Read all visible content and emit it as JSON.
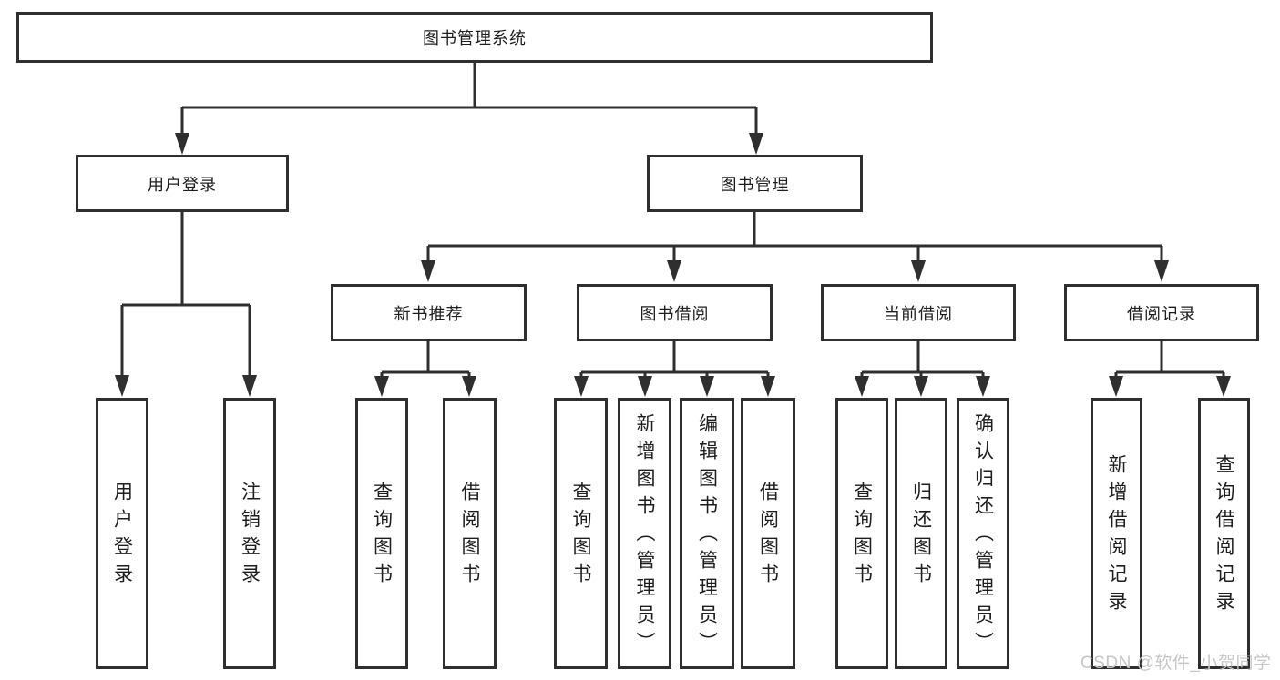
{
  "colors": {
    "line": "#2f2f2f",
    "text": "#1d1d1d",
    "box_bg": "#ffffff",
    "page_bg": "#ffffff",
    "watermark": "#c7c7c7"
  },
  "watermark": {
    "text": "CSDN @软件_小贺同学"
  },
  "tree": {
    "root": {
      "label": "图书管理系统"
    },
    "level2": [
      {
        "label": "用户登录"
      },
      {
        "label": "图书管理"
      }
    ],
    "level3": [
      {
        "label": "新书推荐"
      },
      {
        "label": "图书借阅"
      },
      {
        "label": "当前借阅"
      },
      {
        "label": "借阅记录"
      }
    ],
    "leaves": [
      {
        "label": "用户登录"
      },
      {
        "label": "注销登录"
      },
      {
        "label": "查询图书"
      },
      {
        "label": "借阅图书"
      },
      {
        "label": "查询图书"
      },
      {
        "label": "新增图书（管理员）"
      },
      {
        "label": "编辑图书（管理员）"
      },
      {
        "label": "借阅图书"
      },
      {
        "label": "查询图书"
      },
      {
        "label": "归还图书"
      },
      {
        "label": "确认归还（管理员）"
      },
      {
        "label": "新增借阅记录"
      },
      {
        "label": "查询借阅记录"
      }
    ]
  }
}
